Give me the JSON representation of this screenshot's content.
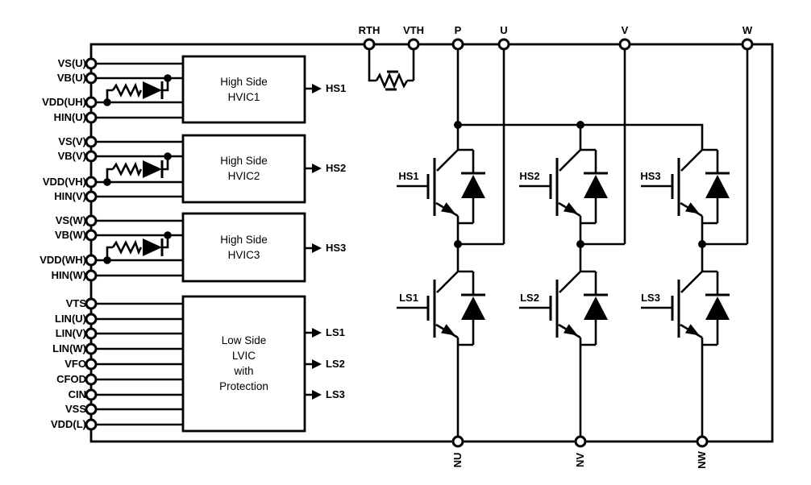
{
  "figure": {
    "left_pins": [
      "VS(U)",
      "VB(U)",
      "VDD(UH)",
      "HIN(U)",
      "VS(V)",
      "VB(V)",
      "VDD(VH)",
      "HIN(V)",
      "VS(W)",
      "VB(W)",
      "VDD(WH)",
      "HIN(W)",
      "VTS",
      "LIN(U)",
      "LIN(V)",
      "LIN(W)",
      "VFO",
      "CFOD",
      "CIN",
      "VSS",
      "VDD(L)"
    ],
    "top_pins": [
      "RTH",
      "VTH",
      "P",
      "U",
      "V",
      "W"
    ],
    "bottom_pins": [
      "NU",
      "NV",
      "NW"
    ],
    "blocks": {
      "hvic1": {
        "lines": [
          "High Side",
          "HVIC1"
        ]
      },
      "hvic2": {
        "lines": [
          "High Side",
          "HVIC2"
        ]
      },
      "hvic3": {
        "lines": [
          "High Side",
          "HVIC3"
        ]
      },
      "lvic": {
        "lines": [
          "Low Side",
          "LVIC",
          "with",
          "Protection"
        ]
      }
    },
    "driver_outputs": [
      "HS1",
      "HS2",
      "HS3",
      "LS1",
      "LS2",
      "LS3"
    ],
    "gate_labels": [
      "HS1",
      "HS2",
      "HS3",
      "LS1",
      "LS2",
      "LS3"
    ],
    "colors": {
      "line": "#000000",
      "background": "#ffffff"
    }
  }
}
